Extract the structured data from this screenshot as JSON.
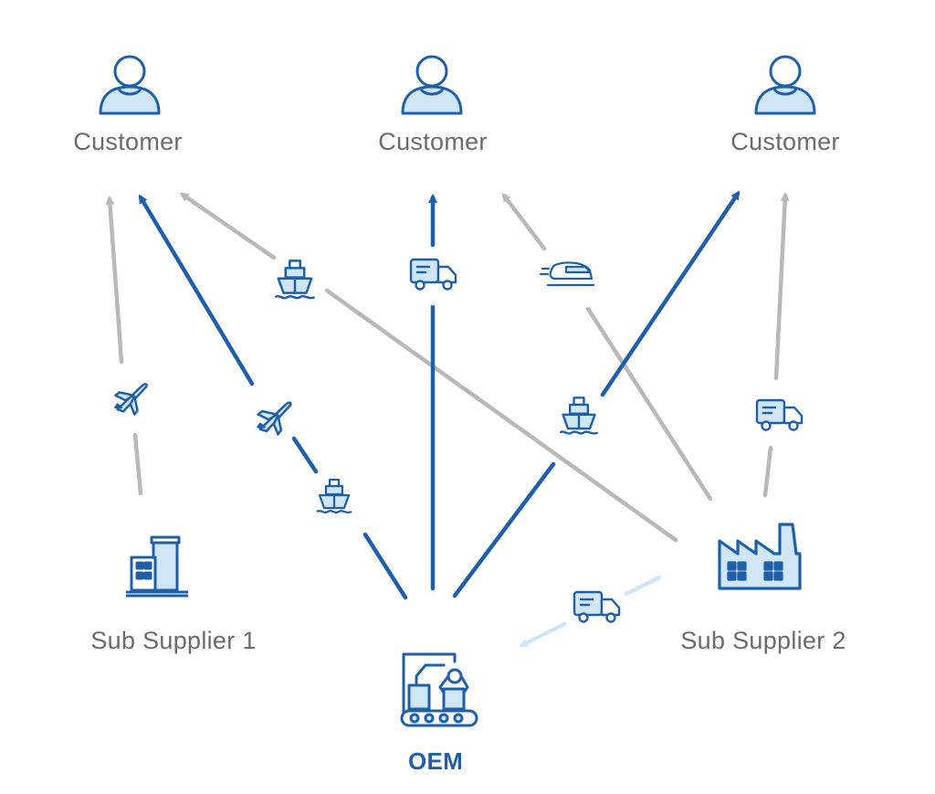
{
  "nodes": {
    "customer_left": {
      "label": "Customer",
      "icon": "person-icon"
    },
    "customer_center": {
      "label": "Customer",
      "icon": "person-icon"
    },
    "customer_right": {
      "label": "Customer",
      "icon": "person-icon"
    },
    "sub_supplier_1": {
      "label": "Sub Supplier 1",
      "icon": "office-building-icon"
    },
    "sub_supplier_2": {
      "label": "Sub Supplier 2",
      "icon": "factory-icon"
    },
    "oem": {
      "label": "OEM",
      "icon": "robotic-arm-conveyor-icon"
    }
  },
  "flows": [
    {
      "from": "sub_supplier_1",
      "to": "customer_left",
      "mode": "plane",
      "status": "secondary"
    },
    {
      "from": "oem",
      "to": "customer_left",
      "mode": [
        "ship",
        "plane"
      ],
      "status": "primary"
    },
    {
      "from": "sub_supplier_2",
      "to": "customer_left",
      "mode": "ship",
      "status": "secondary"
    },
    {
      "from": "oem",
      "to": "customer_center",
      "mode": "truck",
      "status": "primary"
    },
    {
      "from": "sub_supplier_2",
      "to": "customer_center",
      "mode": "train",
      "status": "secondary"
    },
    {
      "from": "oem",
      "to": "customer_right",
      "mode": "ship",
      "status": "primary"
    },
    {
      "from": "sub_supplier_2",
      "to": "customer_right",
      "mode": "truck",
      "status": "secondary"
    },
    {
      "from": "sub_supplier_2",
      "to": "oem",
      "mode": "truck",
      "status": "inbound"
    }
  ],
  "colors": {
    "primary": "#1f5fa8",
    "secondary": "#b8b8b8",
    "inbound": "#cfe6f7",
    "icon_fill": "#cfe6f7",
    "label_gray": "#6b6b6b"
  }
}
